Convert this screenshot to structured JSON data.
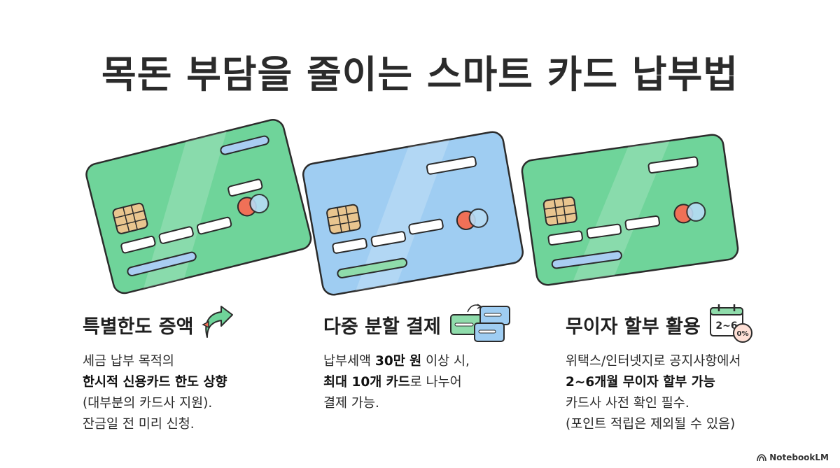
{
  "title": "목돈 부담을 줄이는 스마트 카드 납부법",
  "colors": {
    "green_card": "#6fd49a",
    "blue_card": "#9fcdf2",
    "stripe_blue": "#a9cdf2",
    "stripe_green": "#8fdcab",
    "chip": "#e9c58f",
    "logo_red": "#f07057",
    "logo_blue": "#b7dcf5"
  },
  "sections": [
    {
      "heading": "특별한도 증액",
      "icon": "arrow-up-icon",
      "lines": [
        {
          "pre": "세금 납부 목적의",
          "bold": "",
          "post": ""
        },
        {
          "pre": "",
          "bold": "한시적 신용카드 한도 상향",
          "post": ""
        },
        {
          "pre": "(대부분의 카드사 지원).",
          "bold": "",
          "post": ""
        },
        {
          "pre": "잔금일 전 미리 신청.",
          "bold": "",
          "post": ""
        }
      ]
    },
    {
      "heading": "다중 분할 결제",
      "icon": "split-cards-icon",
      "lines": [
        {
          "pre": "납부세액 ",
          "bold": "30만 원",
          "post": " 이상 시,"
        },
        {
          "pre": "",
          "bold": "최대 10개 카드",
          "post": "로 나누어"
        },
        {
          "pre": "결제 가능.",
          "bold": "",
          "post": ""
        }
      ]
    },
    {
      "heading": "무이자 할부 활용",
      "icon": "calendar-icon",
      "calendar_text": "2~6",
      "badge_text": "0%",
      "lines": [
        {
          "pre": "위택스/인터넷지로 공지사항에서",
          "bold": "",
          "post": ""
        },
        {
          "pre": "",
          "bold": "2~6개월 무이자 할부 가능",
          "post": ""
        },
        {
          "pre": "카드사 사전 확인 필수.",
          "bold": "",
          "post": ""
        },
        {
          "pre": "(포인트 적립은 제외될 수 있음)",
          "bold": "",
          "post": ""
        }
      ]
    }
  ],
  "brand": "NotebookLM"
}
